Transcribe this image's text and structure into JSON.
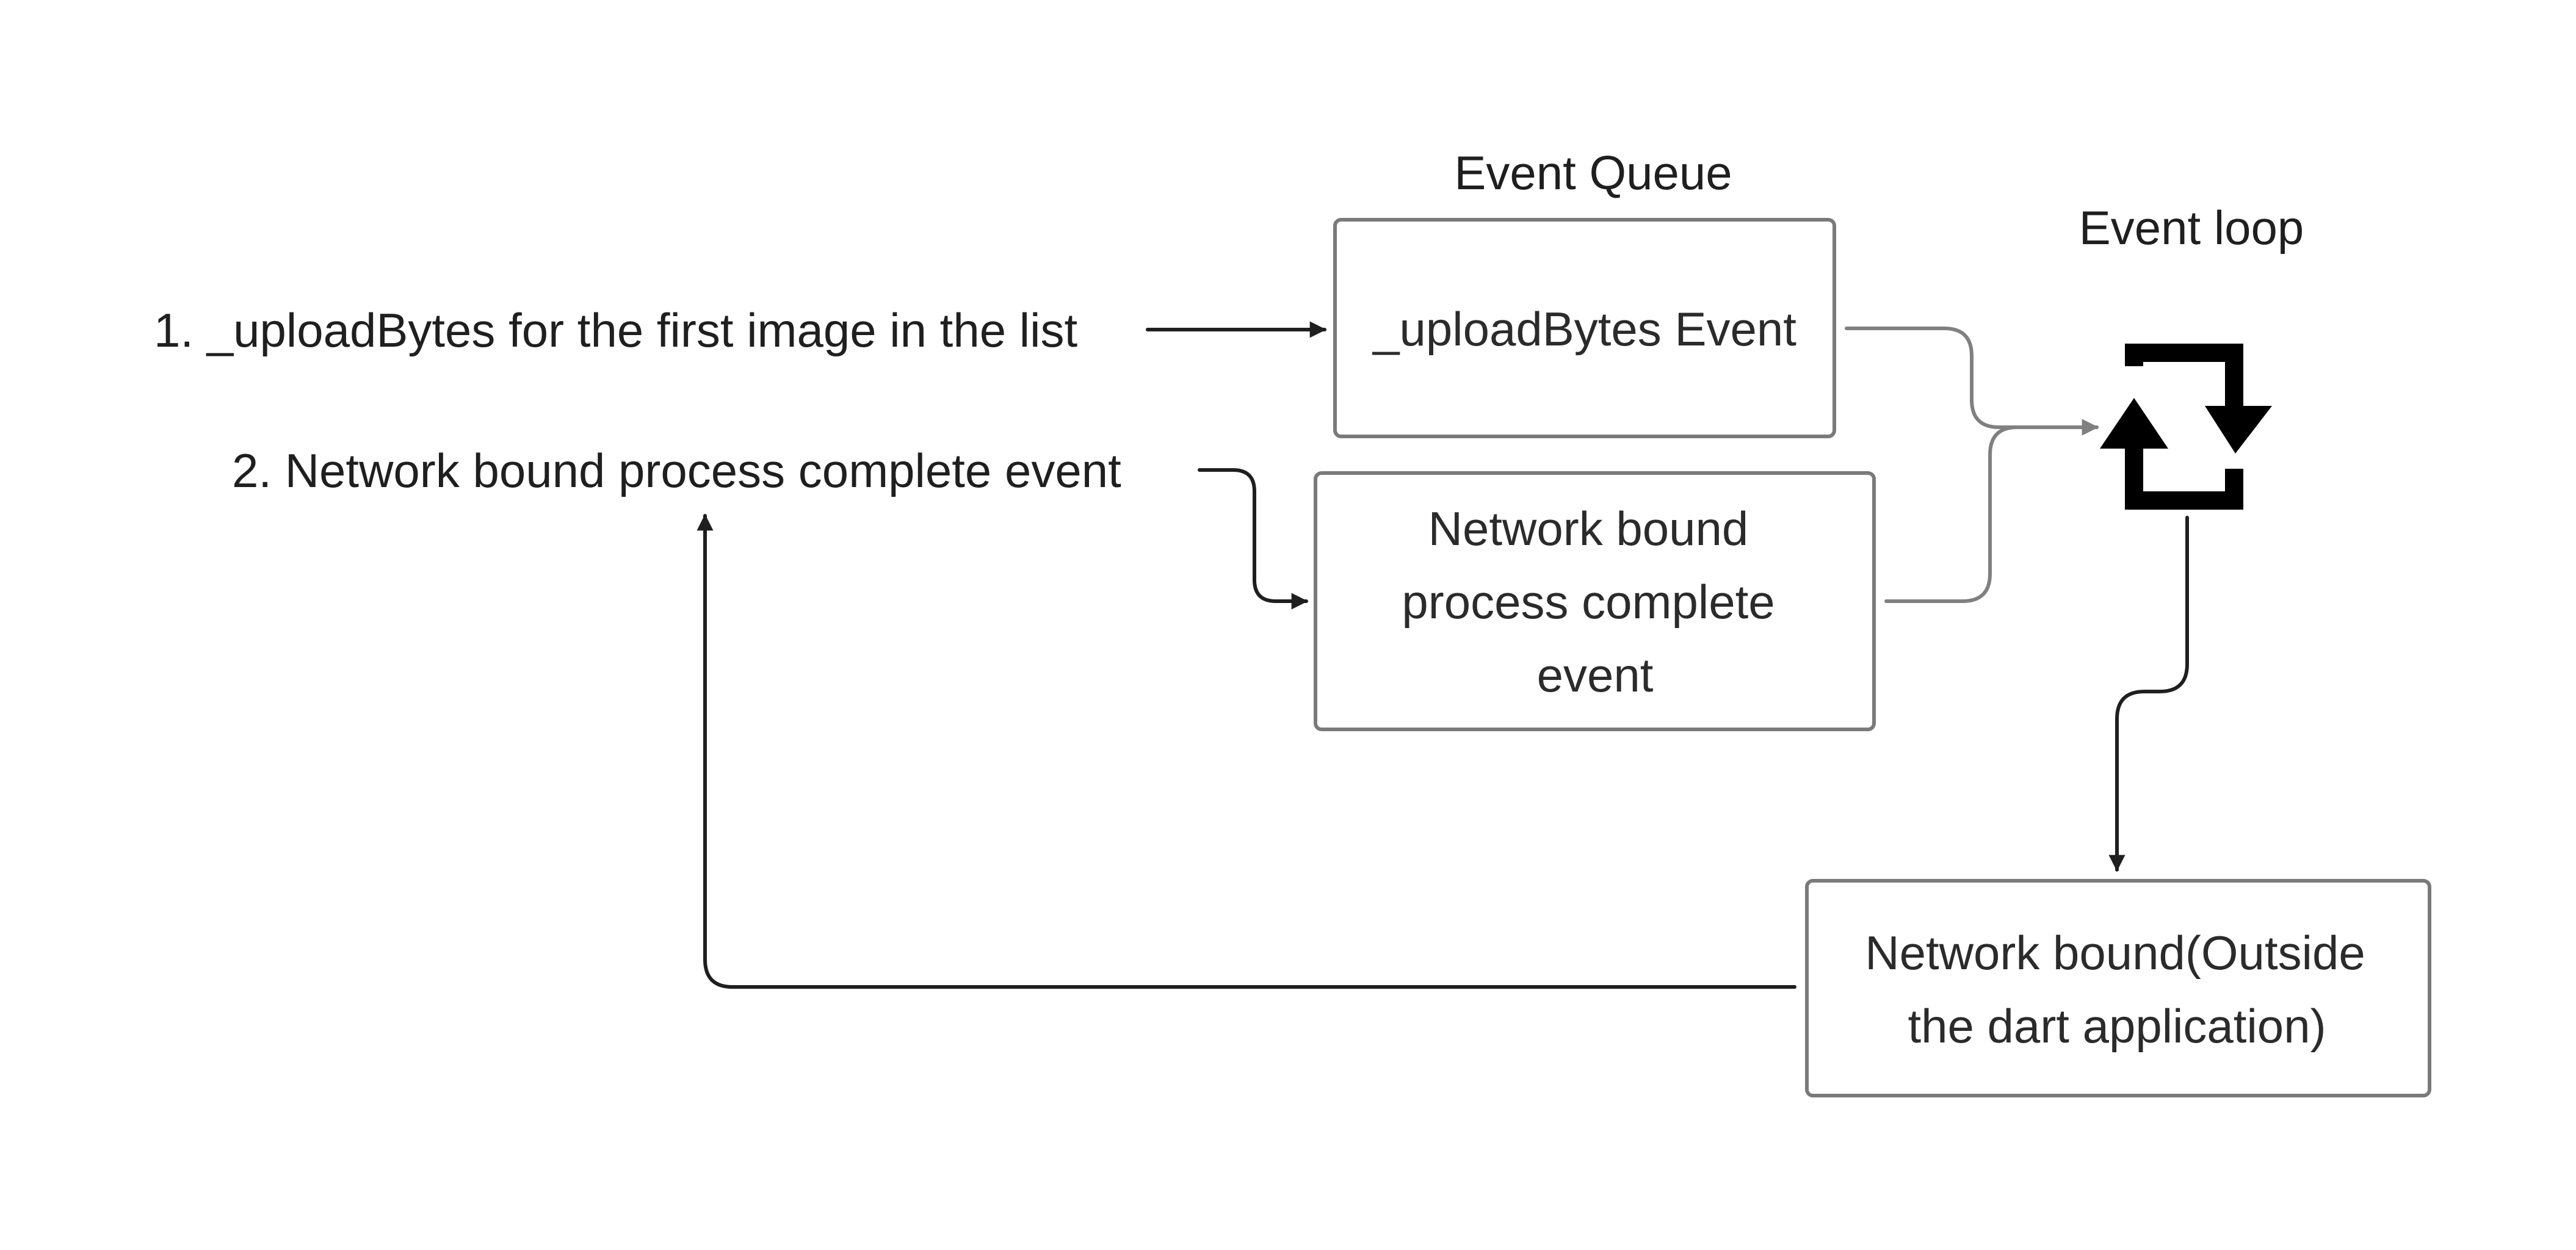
{
  "labels": {
    "event_queue": "Event Queue",
    "event_loop": "Event loop",
    "step1": "1. _uploadBytes for the first image in the list",
    "step2": "2. Network bound process complete event"
  },
  "boxes": {
    "upload_event": "_uploadBytes Event",
    "network_complete": [
      "Network bound",
      "process complete",
      "event"
    ],
    "network_bound_outside": [
      "Network bound(Outside",
      "the dart application)"
    ]
  },
  "icons": {
    "event_loop": "refresh-loop-icon"
  },
  "colors": {
    "text": "#1f1f1f",
    "dark_arrow": "#1f1f1f",
    "grey_arrow": "#808080",
    "box_border": "#7a7a7a"
  }
}
